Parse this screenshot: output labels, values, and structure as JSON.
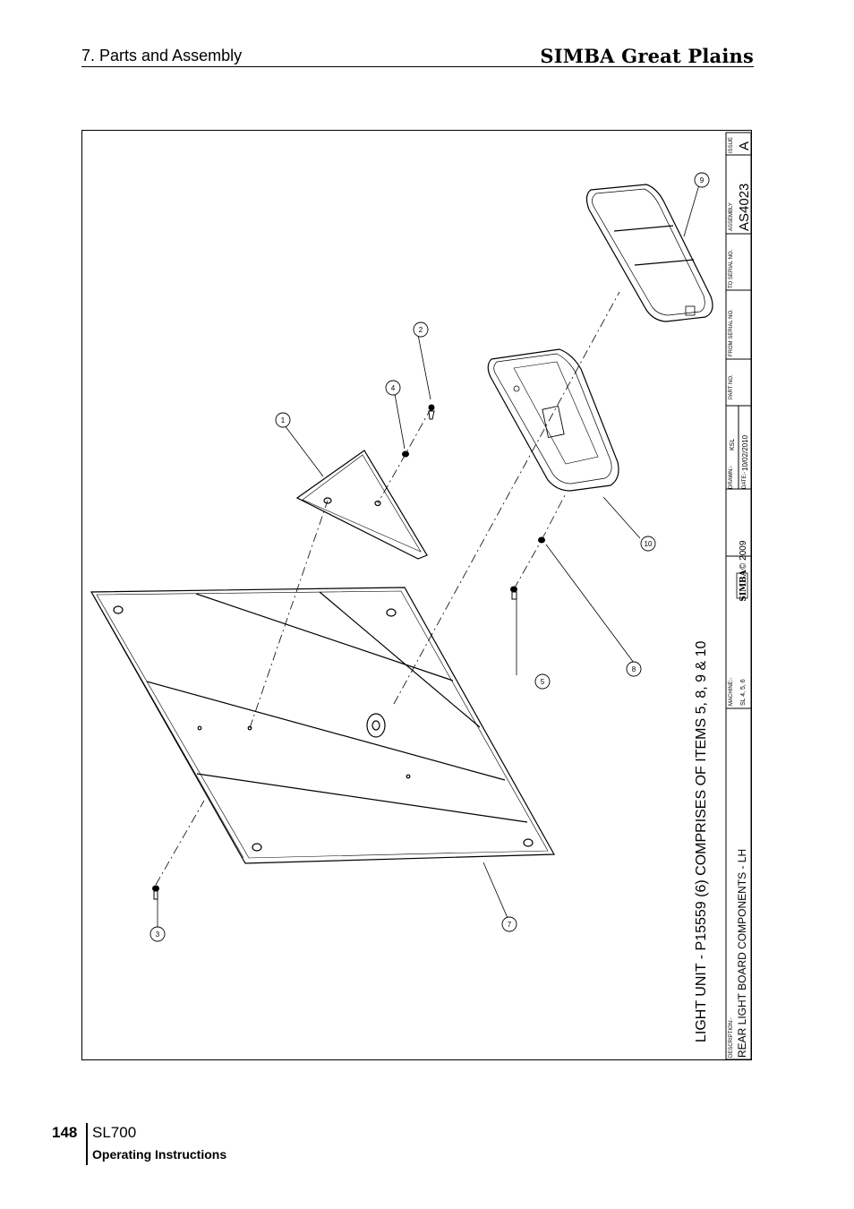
{
  "header": {
    "section": "7. Parts and Assembly",
    "brand": "SIMBA Great Plains"
  },
  "drawing": {
    "title_note": "LIGHT UNIT - P15559 (6) COMPRISES OF ITEMS 5, 8, 9 & 10",
    "callouts": [
      "1",
      "2",
      "3",
      "4",
      "5",
      "7",
      "8",
      "9",
      "10"
    ],
    "title_block": {
      "description_label": "DESCRIPTION:-",
      "description": "REAR LIGHT BOARD COMPONENTS - LH",
      "machine_label": "MACHINE:-",
      "machine": "SL 4, 5, 6",
      "logo": "SIMBA",
      "copyright": "© 2009",
      "drawn_label": "DRAWN:-",
      "drawn": "KSL",
      "date_label": "DATE:-",
      "date": "10/02/2010",
      "part_no_label": "PART NO.",
      "from_serial_label": "FROM SERIAL NO.",
      "to_serial_label": "TO SERIAL NO.",
      "assembly_label": "ASSEMBLY",
      "assembly": "AS4023",
      "issue_label": "ISSUE",
      "issue": "A"
    }
  },
  "footer": {
    "page_number": "148",
    "model": "SL700",
    "doc_type": "Operating Instructions"
  }
}
